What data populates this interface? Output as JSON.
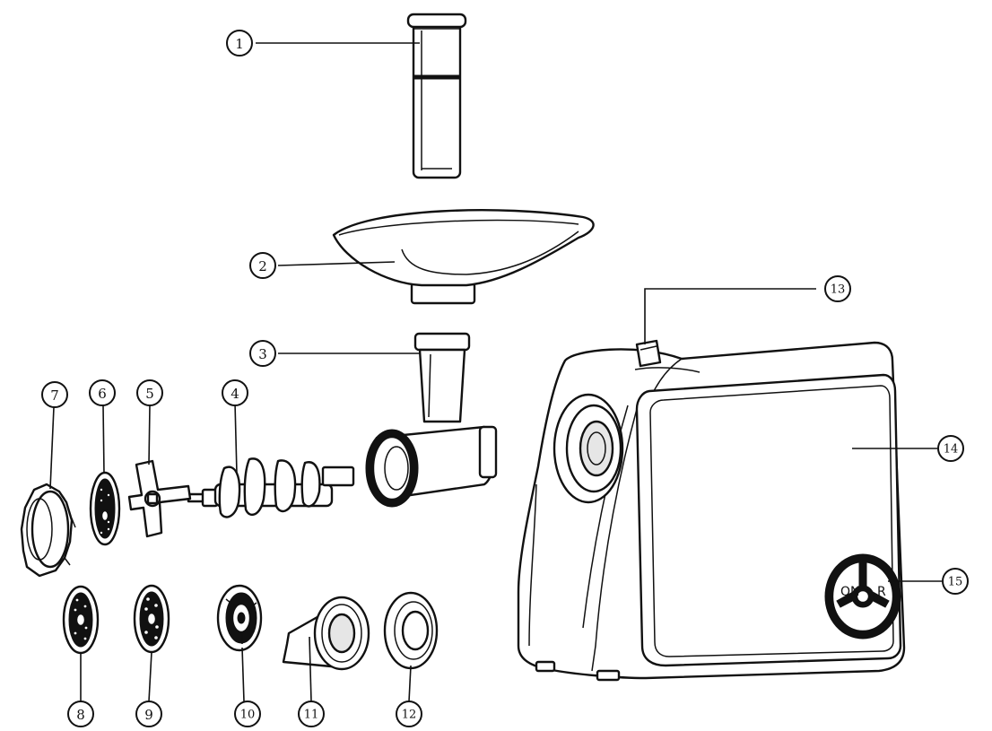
{
  "diagram": {
    "callouts": [
      "1",
      "2",
      "3",
      "4",
      "5",
      "6",
      "7",
      "8",
      "9",
      "10",
      "11",
      "12",
      "13",
      "14",
      "15"
    ],
    "switch": {
      "left_label": "ON",
      "right_label": "R"
    },
    "parts": [
      "pusher-part",
      "tray-part",
      "head-tube-part",
      "auger-part",
      "blade-part",
      "fine-plate-part",
      "locking-ring-part",
      "plate-8-part",
      "plate-9-part",
      "adapter-part",
      "sausage-cone-part",
      "ring-part",
      "lock-button-part",
      "motor-housing-part",
      "control-switch-part"
    ]
  }
}
